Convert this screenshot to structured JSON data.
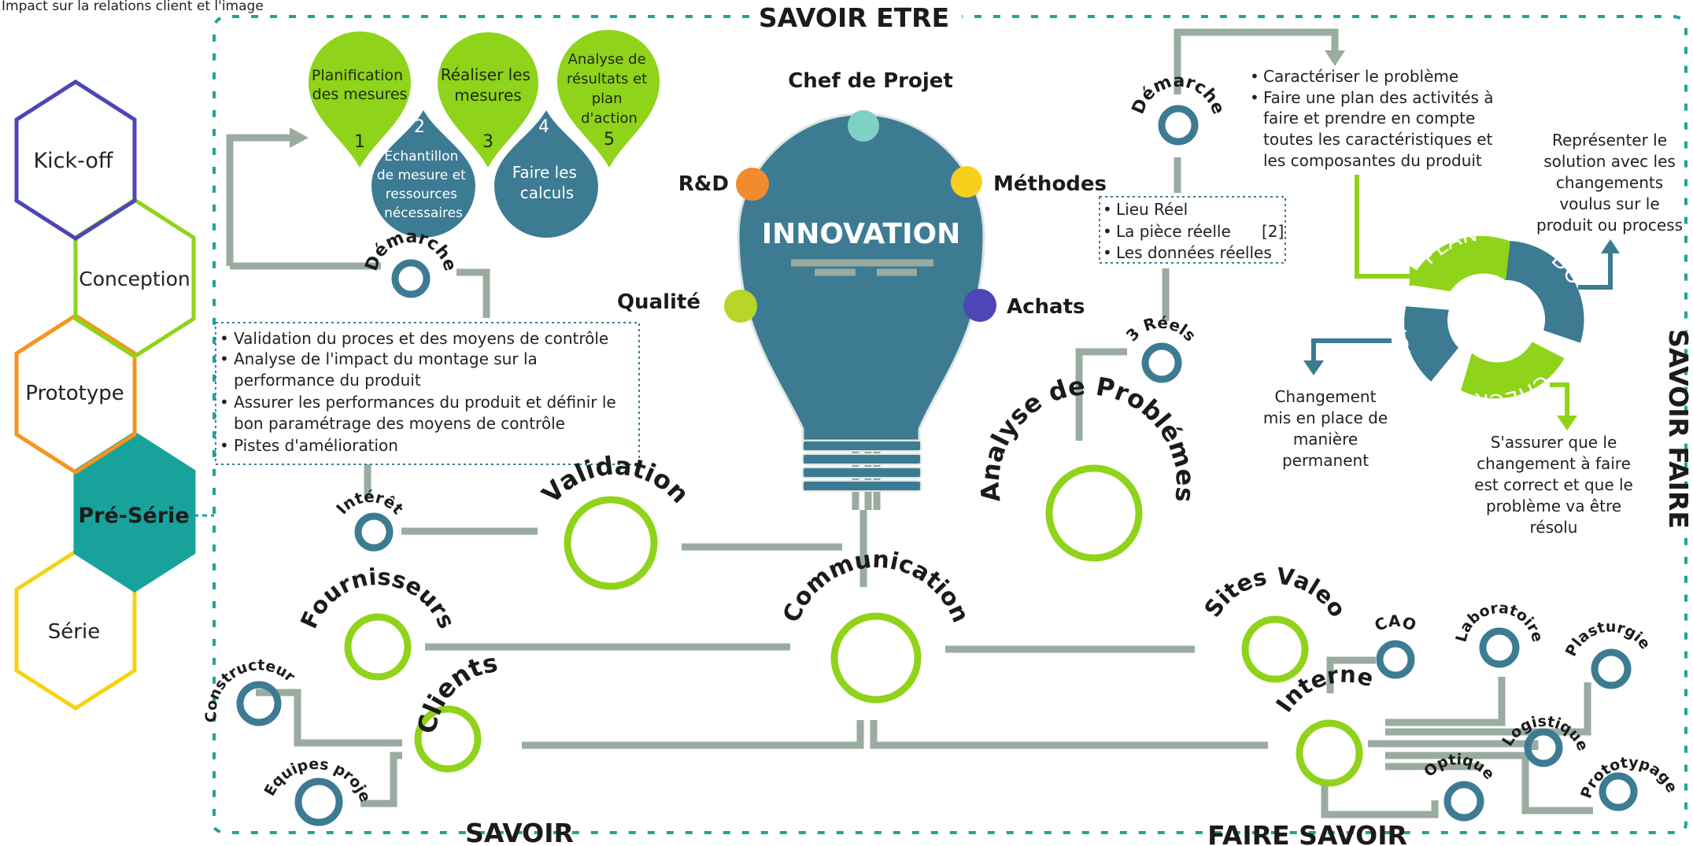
{
  "top_caption": "Impact sur la relations client et l'image",
  "colors": {
    "green": "#8fd31a",
    "teal": "#3d7b93",
    "grey": "#9aaba0",
    "border_dash": "#20a39a",
    "presserie": "#17a39b",
    "kickoff": "#4d45b8",
    "conception": "#8fd31a",
    "prototype": "#f7941d",
    "serie": "#f5d313"
  },
  "sections": {
    "savoir_etre": "SAVOIR ETRE",
    "savoir_faire": "SAVOIR FAIRE",
    "savoir": "SAVOIR",
    "faire_savoir": "FAIRE SAVOIR"
  },
  "phases": [
    "Kick-off",
    "Conception",
    "Prototype",
    "Pré-Série",
    "Série"
  ],
  "demarche_left": {
    "label": "Démarche",
    "steps": [
      {
        "num": "1",
        "text": [
          "Planification",
          "des mesures"
        ]
      },
      {
        "num": "2",
        "text": [
          "Echantillon",
          "de mesure et",
          "ressources",
          "nécessaires"
        ]
      },
      {
        "num": "3",
        "text": [
          "Réaliser les",
          "mesures"
        ]
      },
      {
        "num": "4",
        "text": [
          "Faire les",
          "calculs"
        ]
      },
      {
        "num": "5",
        "text": [
          "Analyse de",
          "résultats et",
          "plan",
          "d'action"
        ]
      }
    ]
  },
  "validation_box": {
    "items": [
      "Validation du proces et des moyens de contrôle",
      [
        "Analyse de l'impact du montage sur la",
        "performance du produit"
      ],
      [
        "Assurer les performances du produit et définir le",
        "bon paramétrage des moyens de contrôle"
      ],
      "Pistes d'amélioration"
    ]
  },
  "bulb": {
    "title": "INNOVATION",
    "chef": "Chef de Projet",
    "rd": "R&D",
    "methodes": "Méthodes",
    "qualite": "Qualité",
    "achats": "Achats"
  },
  "nodes": {
    "interet": "Intérêt",
    "validation": "Validation",
    "analyse": "Analyse de Problémes",
    "reels": "3 Réels",
    "demarche_right": "Démarche",
    "communication": "Communication",
    "fournisseurs": "Fournisseurs",
    "sites_valeo": "Sites Valeo",
    "clients": "Clients",
    "constructeur": "Constructeur",
    "equipes": "Equipes projet",
    "interne": "Interne",
    "cao": "CAO",
    "laboratoire": "Laboratoire",
    "plasturgie": "Plasturgie",
    "logistique": "Logistique",
    "prototypage": "Prototypage",
    "optique": "Optique"
  },
  "reels_box": {
    "items": [
      "Lieu Réel",
      "La pièce réelle",
      "Les données réelles"
    ],
    "ref": "[2]"
  },
  "demarche_right_list": [
    "Caractériser le problème",
    [
      "Faire une plan des activités à",
      "faire et prendre en compte",
      "toutes les caractéristiques et",
      "les composantes du produit"
    ]
  ],
  "pdca": {
    "plan": "PLAN",
    "do": "DO",
    "check": "CHECK",
    "act": "ACT",
    "represent": [
      "Représenter le",
      "solution avec les",
      "changements",
      "voulus sur le",
      "produit ou process"
    ],
    "changement": [
      "Changement",
      "mis en place de",
      "manière",
      "permanent"
    ],
    "assurer": [
      "S'assurer que le",
      "changement à faire",
      "est correct et que le",
      "problème va être",
      "résolu"
    ]
  }
}
